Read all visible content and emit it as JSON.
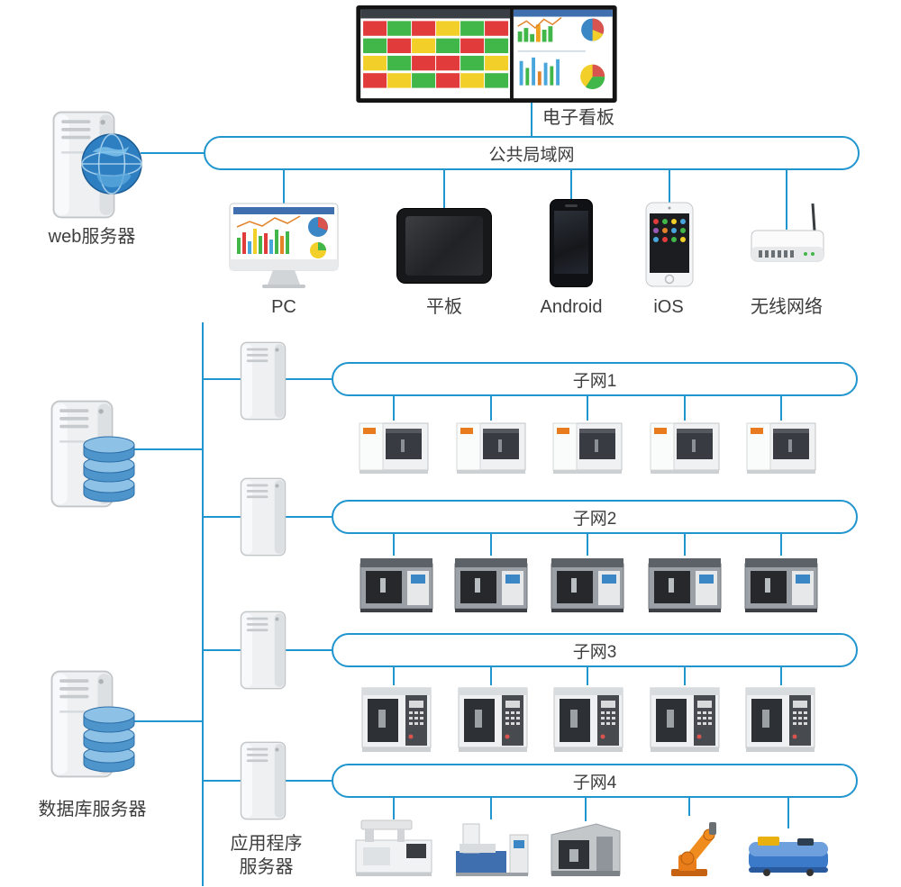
{
  "colors": {
    "connector_line": "#2095ce",
    "node_border": "#2095ce",
    "label_text": "#3d3d3d"
  },
  "top": {
    "dashboard_icon": "dashboard-screen-icon",
    "dashboard_label": "电子看板",
    "lan_label": "公共局域网"
  },
  "servers": {
    "web": {
      "label": "web服务器",
      "icon": "server-tower-globe-icon"
    },
    "database": {
      "label": "数据库服务器",
      "icon": "server-tower-database-icon"
    },
    "application": {
      "label_line1": "应用程序",
      "label_line2": "服务器",
      "icon": "server-tower-icon"
    }
  },
  "devices": [
    {
      "label": "PC",
      "icon": "imac-icon"
    },
    {
      "label": "平板",
      "icon": "tablet-icon"
    },
    {
      "label": "Android",
      "icon": "android-phone-icon"
    },
    {
      "label": "iOS",
      "icon": "iphone-icon"
    },
    {
      "label": "无线网络",
      "icon": "wifi-router-icon"
    }
  ],
  "subnets": [
    {
      "label": "子网1",
      "machine_icons": [
        "cnc-machine-icon",
        "cnc-machine-icon",
        "cnc-machine-icon",
        "cnc-machine-icon",
        "cnc-machine-icon"
      ]
    },
    {
      "label": "子网2",
      "machine_icons": [
        "cnc-mill-icon",
        "cnc-mill-icon",
        "cnc-mill-icon",
        "cnc-mill-icon",
        "cnc-mill-icon"
      ]
    },
    {
      "label": "子网3",
      "machine_icons": [
        "cnc-machining-center-icon",
        "cnc-machining-center-icon",
        "cnc-machining-center-icon",
        "cnc-machining-center-icon",
        "cnc-machining-center-icon"
      ]
    },
    {
      "label": "子网4",
      "machine_icons": [
        "wire-edm-icon",
        "grinder-icon",
        "vertical-machining-center-icon",
        "robot-arm-icon",
        "agv-icon"
      ]
    }
  ]
}
